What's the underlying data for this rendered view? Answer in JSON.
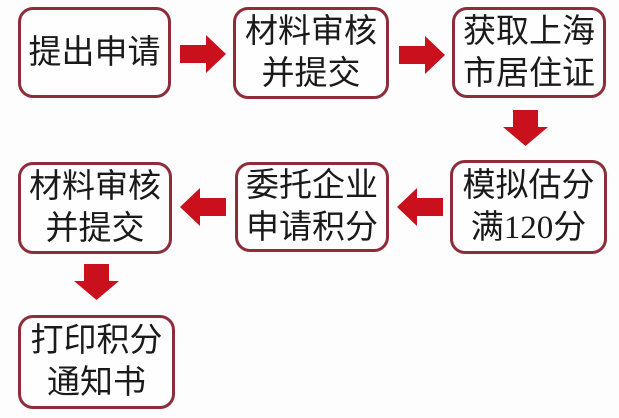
{
  "diagram": {
    "type": "flowchart",
    "colors": {
      "background": "#fdfdfd",
      "box_fill": "#fefefe",
      "box_border": "#8e2c39",
      "arrow": "#c9101c",
      "text": "#1a1a1a"
    },
    "nodes": [
      {
        "id": "apply",
        "lines": [
          "提出申请",
          ""
        ]
      },
      {
        "id": "review-submit-1",
        "lines": [
          "材料审核",
          "并提交"
        ]
      },
      {
        "id": "get-permit",
        "lines": [
          "获取上海",
          "市居住证"
        ]
      },
      {
        "id": "mock-score",
        "lines": [
          "模拟估分",
          "满120分"
        ]
      },
      {
        "id": "entrust-company",
        "lines": [
          "委托企业",
          "申请积分"
        ]
      },
      {
        "id": "review-submit-2",
        "lines": [
          "材料审核",
          "并提交"
        ]
      },
      {
        "id": "print-notice",
        "lines": [
          "打印积分",
          "通知书"
        ]
      }
    ],
    "arrows": [
      {
        "from": "apply",
        "to": "review-submit-1",
        "direction": "right"
      },
      {
        "from": "review-submit-1",
        "to": "get-permit",
        "direction": "right"
      },
      {
        "from": "get-permit",
        "to": "mock-score",
        "direction": "down"
      },
      {
        "from": "mock-score",
        "to": "entrust-company",
        "direction": "left"
      },
      {
        "from": "entrust-company",
        "to": "review-submit-2",
        "direction": "left"
      },
      {
        "from": "review-submit-2",
        "to": "print-notice",
        "direction": "down"
      }
    ]
  }
}
